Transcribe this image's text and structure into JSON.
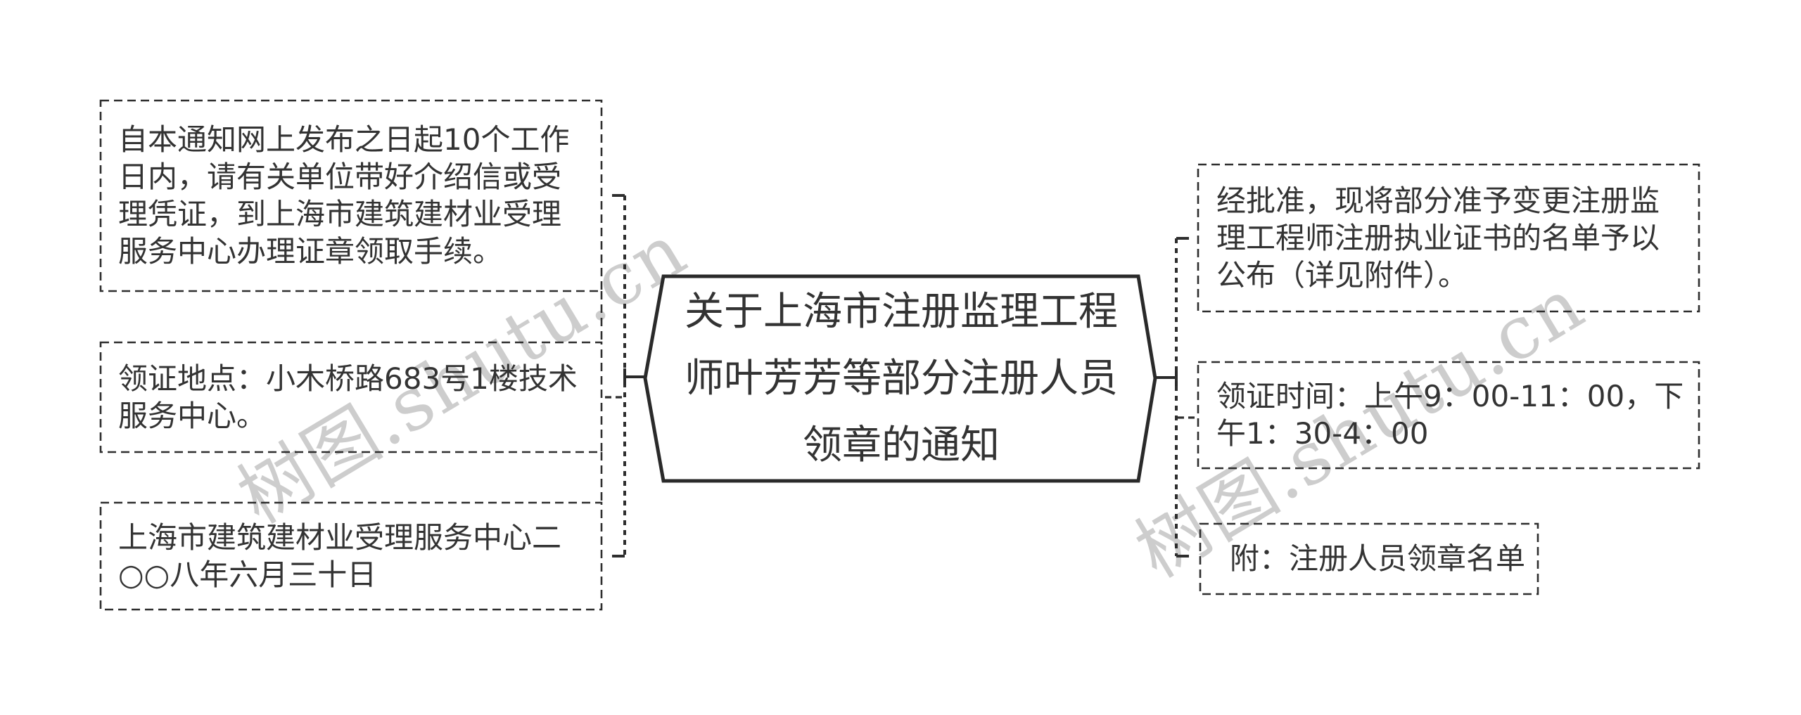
{
  "diagram": {
    "center": {
      "title": "关于上海市注册监理工程师叶芳芳等部分注册人员领章的通知"
    },
    "left_nodes": [
      {
        "text": "自本通知网上发布之日起10个工作日内，请有关单位带好介绍信或受理凭证，到上海市建筑建材业受理服务中心办理证章领取手续。"
      },
      {
        "text": "领证地点：小木桥路683号1楼技术服务中心。"
      },
      {
        "text": "上海市建筑建材业受理服务中心二○○八年六月三十日"
      }
    ],
    "right_nodes": [
      {
        "text": "经批准，现将部分准予变更注册监理工程师注册执业证书的名单予以公布（详见附件）。"
      },
      {
        "text": "领证时间：上午9：00-11：00，下午1：30-4：00"
      },
      {
        "text": "附：注册人员领章名单"
      }
    ],
    "watermark": {
      "text": "树图.shutu.cn",
      "color": "#cdcdcd"
    },
    "colors": {
      "line": "#2e2e2e",
      "text": "#333333",
      "background": "#ffffff"
    }
  }
}
